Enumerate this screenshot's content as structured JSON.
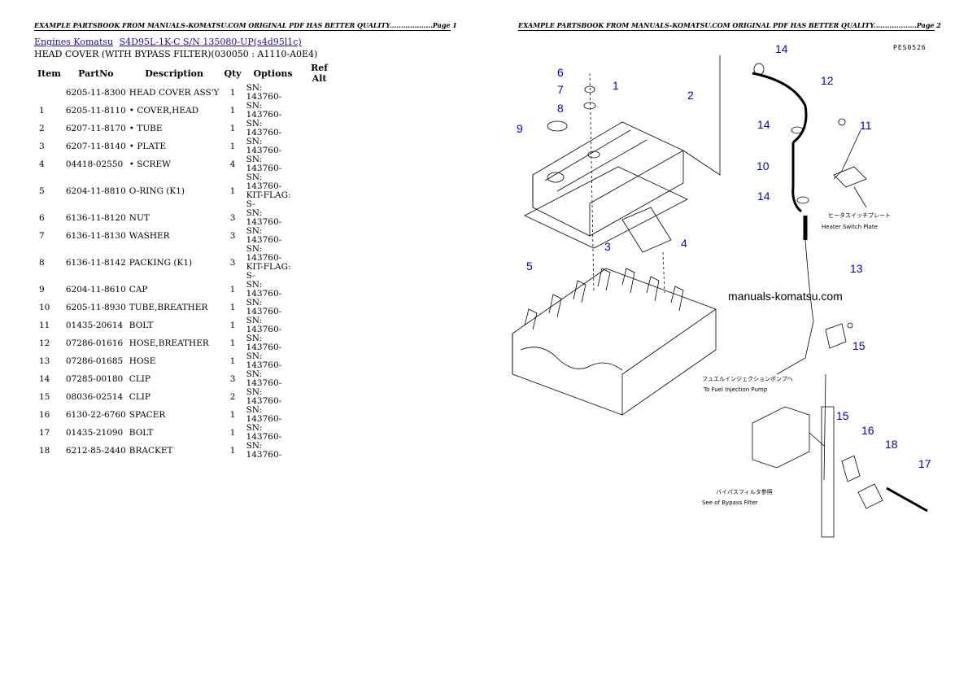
{
  "header_left": "EXAMPLE PARTSBOOK FROM MANUALS-KOMATSU.COM ORIGINAL PDF HAS BETTER QUALITY...................Page 1",
  "header_right": "EXAMPLE PARTSBOOK FROM MANUALS-KOMATSU.COM ORIGINAL PDF HAS BETTER QUALITY...................Page 2",
  "breadcrumb": {
    "link1": "Engines Komatsu",
    "link2": "S4D95L-1K-C S/N 135080-UP(s4d95l1c)"
  },
  "subtitle": "HEAD COVER (WITH BYPASS FILTER)(030050 : A1110-A0E4)",
  "columns": [
    "Item",
    "PartNo",
    "Description",
    "Qty",
    "Options",
    "Ref Alt"
  ],
  "rows": [
    {
      "item": "",
      "pn": "6205-11-8300",
      "desc": "HEAD COVER ASS'Y",
      "qty": "1",
      "opt": "SN: 143760-",
      "opt2": ""
    },
    {
      "item": "1",
      "pn": "6205-11-8110",
      "desc": "• COVER,HEAD",
      "qty": "1",
      "opt": "SN: 143760-",
      "opt2": ""
    },
    {
      "item": "2",
      "pn": "6207-11-8170",
      "desc": "• TUBE",
      "qty": "1",
      "opt": "SN: 143760-",
      "opt2": ""
    },
    {
      "item": "3",
      "pn": "6207-11-8140",
      "desc": "• PLATE",
      "qty": "1",
      "opt": "SN: 143760-",
      "opt2": ""
    },
    {
      "item": "4",
      "pn": "04418-02550",
      "desc": "• SCREW",
      "qty": "4",
      "opt": "SN: 143760-",
      "opt2": ""
    },
    {
      "item": "5",
      "pn": "6204-11-8810",
      "desc": "O-RING (K1)",
      "qty": "1",
      "opt": "SN: 143760-",
      "opt2": "KIT-FLAG: S-"
    },
    {
      "item": "6",
      "pn": "6136-11-8120",
      "desc": "NUT",
      "qty": "3",
      "opt": "SN: 143760-",
      "opt2": ""
    },
    {
      "item": "7",
      "pn": "6136-11-8130",
      "desc": "WASHER",
      "qty": "3",
      "opt": "SN: 143760-",
      "opt2": ""
    },
    {
      "item": "8",
      "pn": "6136-11-8142",
      "desc": "PACKING (K1)",
      "qty": "3",
      "opt": "SN: 143760-",
      "opt2": "KIT-FLAG: S-"
    },
    {
      "item": "9",
      "pn": "6204-11-8610",
      "desc": "CAP",
      "qty": "1",
      "opt": "SN: 143760-",
      "opt2": ""
    },
    {
      "item": "10",
      "pn": "6205-11-8930",
      "desc": "TUBE,BREATHER",
      "qty": "1",
      "opt": "SN: 143760-",
      "opt2": ""
    },
    {
      "item": "11",
      "pn": "01435-20614",
      "desc": "BOLT",
      "qty": "1",
      "opt": "SN: 143760-",
      "opt2": ""
    },
    {
      "item": "12",
      "pn": "07286-01616",
      "desc": "HOSE,BREATHER",
      "qty": "1",
      "opt": "SN: 143760-",
      "opt2": ""
    },
    {
      "item": "13",
      "pn": "07286-01685",
      "desc": "HOSE",
      "qty": "1",
      "opt": "SN: 143760-",
      "opt2": ""
    },
    {
      "item": "14",
      "pn": "07285-00180",
      "desc": "CLIP",
      "qty": "3",
      "opt": "SN: 143760-",
      "opt2": ""
    },
    {
      "item": "15",
      "pn": "08036-02514",
      "desc": "CLIP",
      "qty": "2",
      "opt": "SN: 143760-",
      "opt2": ""
    },
    {
      "item": "16",
      "pn": "6130-22-6760",
      "desc": "SPACER",
      "qty": "1",
      "opt": "SN: 143760-",
      "opt2": ""
    },
    {
      "item": "17",
      "pn": "01435-21090",
      "desc": "BOLT",
      "qty": "1",
      "opt": "SN: 143760-",
      "opt2": ""
    },
    {
      "item": "18",
      "pn": "6212-85-2440",
      "desc": "BRACKET",
      "qty": "1",
      "opt": "SN: 143760-",
      "opt2": ""
    }
  ],
  "diagram": {
    "page_code": "PES0526",
    "watermark": "manuals-komatsu.com",
    "callouts": [
      "1",
      "2",
      "3",
      "4",
      "5",
      "6",
      "7",
      "8",
      "9",
      "10",
      "11",
      "12",
      "13",
      "14",
      "14",
      "14",
      "15",
      "15",
      "16",
      "17",
      "18"
    ],
    "labels": {
      "heater_jp": "ヒータスイッチプレート",
      "heater_en": "Heater Switch Plate",
      "fuel_jp": "フュエルインジェクションポンプへ",
      "fuel_en": "To Fuel Injection Pump",
      "bypass_jp": "バイパスフィルタ参照",
      "bypass_en": "See of Bypass Filter"
    }
  }
}
